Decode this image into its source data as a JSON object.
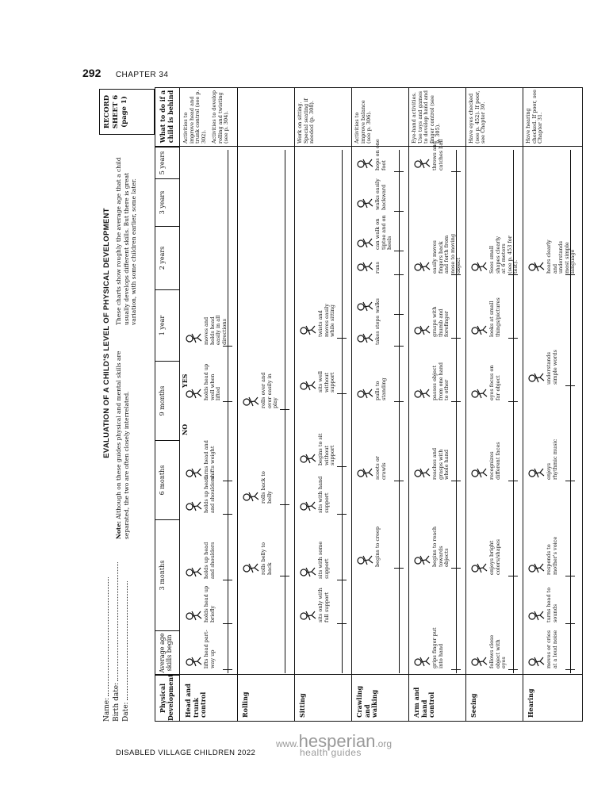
{
  "page": {
    "number": "292",
    "chapter": "CHAPTER 34"
  },
  "footer": {
    "left": "DISABLED VILLAGE CHILDREN 2022",
    "www": "www.",
    "brand": "hesperian",
    "org": ".org",
    "tagline": "health guides"
  },
  "sheet": {
    "record": [
      "RECORD",
      "SHEET 6",
      "(page 1)"
    ],
    "meta": {
      "name": "Name:",
      "birth": "Birth date:",
      "date": "Date:"
    },
    "title": "EVALUATION OF A CHILD'S LEVEL OF PHYSICAL DEVELOPMENT",
    "note_label": "Note:",
    "note": "Although on these guides physical and mental skills are separated, the two are often closely interrelated.",
    "note2": "These charts show roughly the average age that a child usually develops different skills. But there is great variation, with some children earlier, some later."
  },
  "columns": {
    "physical": "Physical Development",
    "average": "Average age skills begin",
    "ages": [
      "3 months",
      "6 months",
      "9 months",
      "1 year",
      "2 years",
      "3 years",
      "5 years"
    ],
    "behind": "What to do if a child is behind"
  },
  "rows": [
    {
      "label": "Head and trunk control",
      "items": [
        "lifts head part-way up",
        "holds head up briefly",
        "holds up head and shoulders",
        "holds up head and shoulders",
        "turns head and shifts weight",
        "holds head up well when lifted",
        "moves and holds head easily in all directions"
      ],
      "behind": [
        "Activities to improve head and trunk control (see p. 302).",
        "Activities to develop rolling and twisting (see p. 304)."
      ]
    },
    {
      "label": "Rolling",
      "items": [
        "rolls belly to back",
        "rolls back to belly",
        "rolls over and over easily in play"
      ],
      "behind": []
    },
    {
      "label": "Sitting",
      "items": [
        "sits only with full support",
        "sits with some support",
        "sits with hand support",
        "begins to sit without support",
        "sits well without support",
        "twists and moves easily while sitting"
      ],
      "behind": [
        "Work on sitting. Special seating if needed (p. 308)."
      ]
    },
    {
      "label": "Crawling and walking",
      "items": [
        "begins to creep",
        "scoots or crawls",
        "pulls to standing",
        "takes steps",
        "walks",
        "runs",
        "can walk on tiptoe and on heels",
        "walks easily backward",
        "hops on one foot"
      ],
      "behind": [
        "Activities to improve balance (see p. 306)."
      ]
    },
    {
      "label": "Arm and hand control",
      "items": [
        "grips finger put into hand",
        "begins to reach towards objects",
        "reaches and grasps with whole hand",
        "passes object from one hand to other",
        "grasps with thumb and forefinger",
        "easily moves fingers back and forth from nose to moving object",
        "throws and catches ball"
      ],
      "behind": [
        "Eye-hand activities. Use toys and games to develop hand and finger control (see p. 305)."
      ]
    },
    {
      "label": "Seeing",
      "items": [
        "follows close object with eyes",
        "enjoys bright colors/shapes",
        "recognizes different faces",
        "eyes focus on far object",
        "looks at small things/pictures",
        "Sees small shapes clearly at 6 meters (see p. 453 for test)."
      ],
      "behind": [
        "Have eyes checked (see p. 452). If poor, see Chapter 30."
      ]
    },
    {
      "label": "Hearing",
      "items": [
        "moves or cries at a loud noise",
        "turns head to sounds",
        "responds to mother's voice",
        "enjoys rhythmic music",
        "understands simple words",
        "hears clearly and understands most simple language"
      ],
      "behind": [
        "Have hearing checked. If poor, see Chapter 31."
      ]
    }
  ],
  "bubbles": {
    "no": "NO",
    "yes": "YES"
  }
}
